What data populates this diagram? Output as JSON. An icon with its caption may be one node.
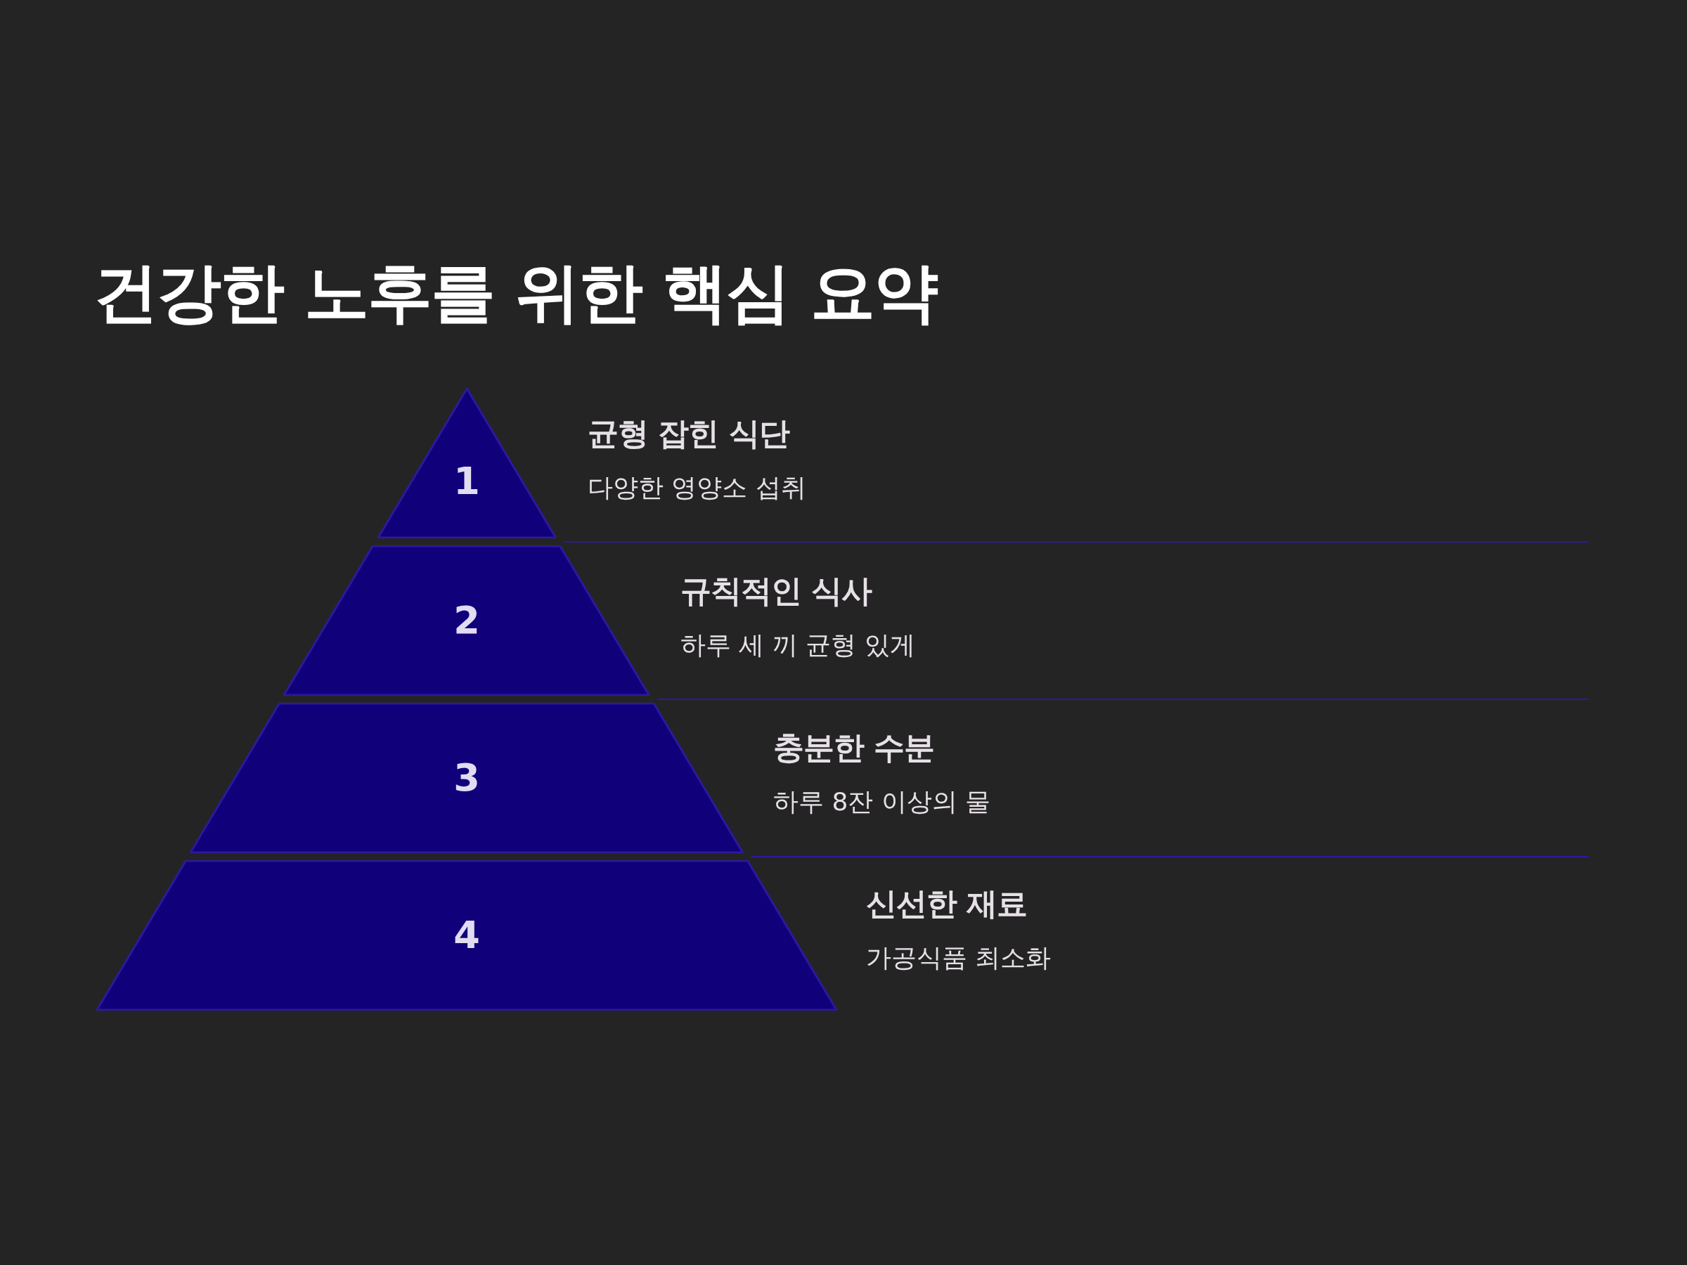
{
  "diagram": {
    "title": "건강한 노후를 위한 핵심 요약",
    "nodes": [
      {
        "text": [
          "1"
        ],
        "beside": [
          "균형 잡힌 식단",
          "다양한 영양소 섭취"
        ]
      },
      {
        "text": [
          "2"
        ],
        "beside": [
          "규칙적인 식사",
          "하루 세 끼 균형 있게"
        ]
      },
      {
        "text": [
          "3"
        ],
        "beside": [
          "충분한 수분",
          "하루 8잔 이상의 물"
        ]
      },
      {
        "text": [
          "4"
        ],
        "beside": [
          "신선한 재료",
          "가공식품 최소화"
        ]
      }
    ]
  }
}
